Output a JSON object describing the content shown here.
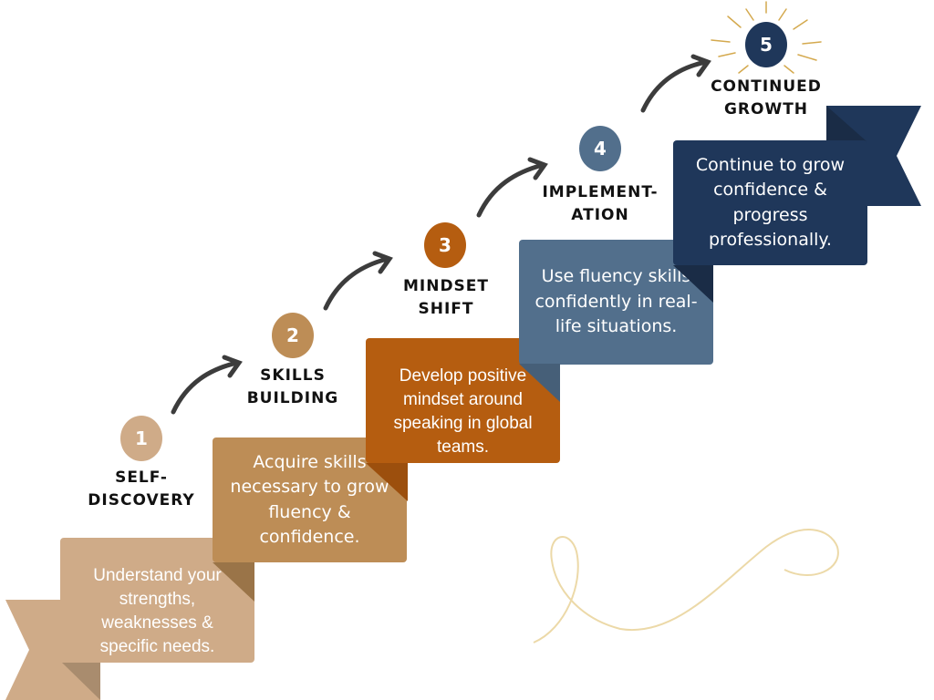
{
  "steps": [
    {
      "number": "1",
      "title1": "SELF-",
      "title2": "DISCOVERY",
      "text": "Understand your strengths, weaknesses & specific needs.",
      "color": "#cfab88",
      "fold": "#a98c6e"
    },
    {
      "number": "2",
      "title1": "SKILLS",
      "title2": "BUILDING",
      "text": "Acquire skills necessary to grow fluency & confidence.",
      "color": "#bd8d56",
      "fold": "#9a7448"
    },
    {
      "number": "3",
      "title1": "MINDSET",
      "title2": "SHIFT",
      "text": "Develop positive mindset around speaking in global teams.",
      "color": "#b55d10",
      "fold": "#9c4f0d"
    },
    {
      "number": "4",
      "title1": "IMPLEMENT-",
      "title2": "ATION",
      "text": "Use fluency skills confidently in real-life situations.",
      "color": "#526f8c",
      "fold": "#465f78"
    },
    {
      "number": "5",
      "title1": "CONTINUED",
      "title2": "GROWTH",
      "text": "Continue to grow confidence & progress professionally.",
      "color": "#1f375a",
      "fold": "#1a2c46"
    }
  ]
}
